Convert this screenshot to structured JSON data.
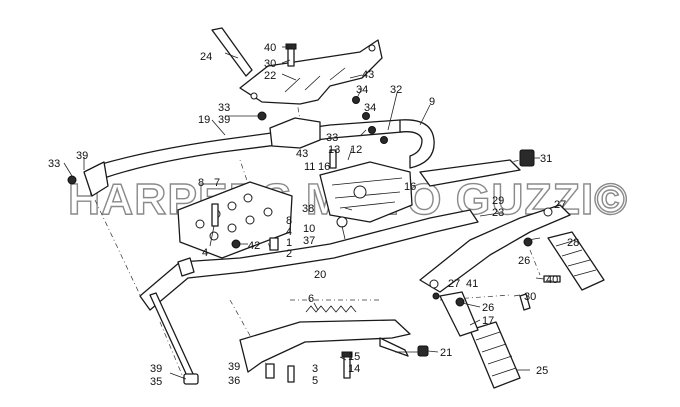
{
  "watermark": "HARPERS MOTO GUZZI©",
  "callouts": [
    {
      "id": "c1",
      "text": "24"
    },
    {
      "id": "c2",
      "text": "40"
    },
    {
      "id": "c3",
      "text": "30"
    },
    {
      "id": "c4",
      "text": "22"
    },
    {
      "id": "c5",
      "text": "43"
    },
    {
      "id": "c6",
      "text": "34"
    },
    {
      "id": "c7",
      "text": "32"
    },
    {
      "id": "c8",
      "text": "9"
    },
    {
      "id": "c9",
      "text": "33"
    },
    {
      "id": "c10",
      "text": "39"
    },
    {
      "id": "c11",
      "text": "19"
    },
    {
      "id": "c12",
      "text": "34"
    },
    {
      "id": "c13",
      "text": "33"
    },
    {
      "id": "c14",
      "text": "12"
    },
    {
      "id": "c15",
      "text": "43"
    },
    {
      "id": "c16",
      "text": "13"
    },
    {
      "id": "c17",
      "text": "11"
    },
    {
      "id": "c18",
      "text": "16"
    },
    {
      "id": "c19",
      "text": "31"
    },
    {
      "id": "c20",
      "text": "33"
    },
    {
      "id": "c21",
      "text": "39"
    },
    {
      "id": "c22",
      "text": "8"
    },
    {
      "id": "c23",
      "text": "7"
    },
    {
      "id": "c24",
      "text": "16"
    },
    {
      "id": "c25",
      "text": "29"
    },
    {
      "id": "c26",
      "text": "23"
    },
    {
      "id": "c27",
      "text": "27"
    },
    {
      "id": "c28",
      "text": "38"
    },
    {
      "id": "c29",
      "text": "8"
    },
    {
      "id": "c30",
      "text": "4"
    },
    {
      "id": "c31",
      "text": "1"
    },
    {
      "id": "c32",
      "text": "10"
    },
    {
      "id": "c33",
      "text": "37"
    },
    {
      "id": "c34",
      "text": "2"
    },
    {
      "id": "c35",
      "text": "28"
    },
    {
      "id": "c36",
      "text": "42"
    },
    {
      "id": "c37",
      "text": "4"
    },
    {
      "id": "c38",
      "text": "26"
    },
    {
      "id": "c39",
      "text": "20"
    },
    {
      "id": "c40",
      "text": "40"
    },
    {
      "id": "c41",
      "text": "27"
    },
    {
      "id": "c42",
      "text": "41"
    },
    {
      "id": "c43",
      "text": "30"
    },
    {
      "id": "c44",
      "text": "6"
    },
    {
      "id": "c45",
      "text": "26"
    },
    {
      "id": "c46",
      "text": "17"
    },
    {
      "id": "c47",
      "text": "39"
    },
    {
      "id": "c48",
      "text": "35"
    },
    {
      "id": "c49",
      "text": "39"
    },
    {
      "id": "c50",
      "text": "36"
    },
    {
      "id": "c51",
      "text": "3"
    },
    {
      "id": "c52",
      "text": "5"
    },
    {
      "id": "c53",
      "text": "15"
    },
    {
      "id": "c54",
      "text": "14"
    },
    {
      "id": "c55",
      "text": "21"
    },
    {
      "id": "c56",
      "text": "25"
    }
  ]
}
